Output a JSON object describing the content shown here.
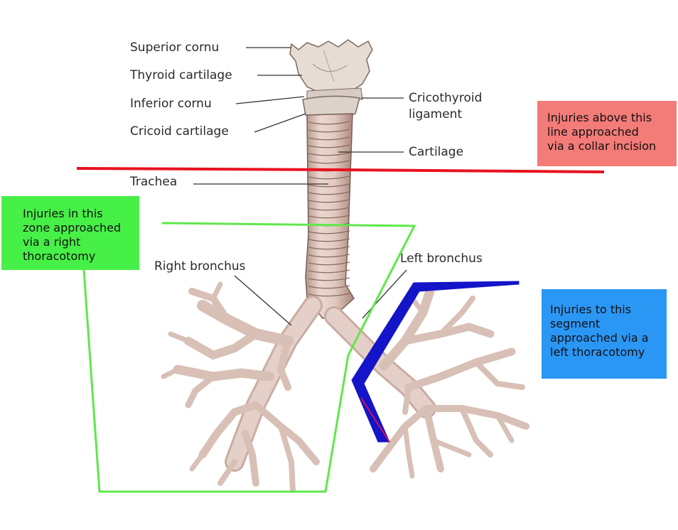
{
  "labels": {
    "superior_cornu": "Superior cornu",
    "thyroid_cartilage": "Thyroid cartilage",
    "inferior_cornu": "Inferior cornu",
    "cricoid_cartilage": "Cricoid cartilage",
    "cricothyroid_ligament_line1": "Cricothyroid",
    "cricothyroid_ligament_line2": "ligament",
    "cartilage": "Cartilage",
    "trachea": "Trachea",
    "right_bronchus": "Right bronchus",
    "left_bronchus": "Left bronchus"
  },
  "notes": {
    "collar": {
      "line1": "Injuries above this",
      "line2": "line approached",
      "line3": "via a collar incision",
      "color": "#f37b78"
    },
    "right_thoracotomy": {
      "line1": "Injuries in this",
      "line2": "zone approached",
      "line3": "via a right",
      "line4": "thoracotomy",
      "color": "#47f047"
    },
    "left_thoracotomy": {
      "line1": "Injuries to this",
      "line2": "segment",
      "line3": "approached via a",
      "line4": "left thoracotomy",
      "color": "#2b97f5"
    }
  },
  "zone_colors": {
    "collar_line": "#e8121e",
    "right_zone_outline": "#5fe84a",
    "left_segment": "#1414c8"
  }
}
